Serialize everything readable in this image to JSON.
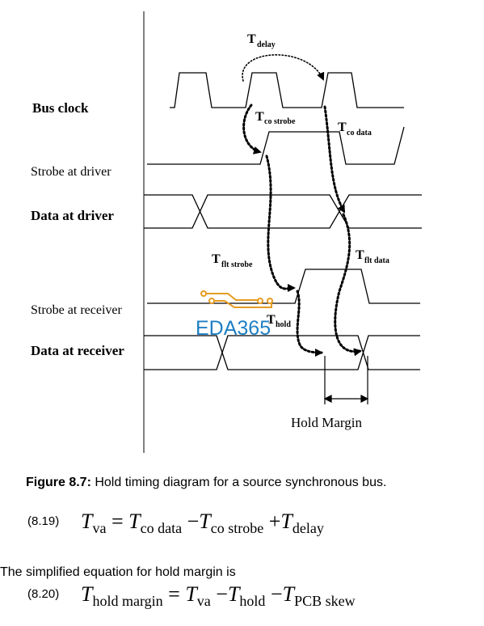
{
  "diagram": {
    "signals": {
      "bus_clock": "Bus clock",
      "strobe_driver": "Strobe at driver",
      "data_driver": "Data at driver",
      "strobe_receiver": "Strobe at receiver",
      "data_receiver": "Data at receiver"
    },
    "annotations": {
      "t_delay": {
        "main": "T",
        "sub": "delay"
      },
      "t_co_strobe": {
        "main": "T",
        "sub": "co strobe"
      },
      "t_co_data": {
        "main": "T",
        "sub": "co data"
      },
      "t_flt_strobe": {
        "main": "T",
        "sub": "flt strobe"
      },
      "t_flt_data": {
        "main": "T",
        "sub": "flt data"
      },
      "t_hold": {
        "main": "T",
        "sub": "hold"
      },
      "hold_margin": "Hold Margin"
    },
    "watermark": "EDA365",
    "colors": {
      "watermark": "#1f7fc4",
      "circuit": "#e69b20",
      "line": "#000000"
    }
  },
  "caption": {
    "figure_label": "Figure 8.7:",
    "text": " Hold timing diagram for a source synchronous bus."
  },
  "equation_819": {
    "number": "(8.19)",
    "lhs": {
      "main": "T",
      "sub": "va"
    },
    "op1": "=",
    "t1": {
      "main": "T",
      "sub": "co data"
    },
    "op2": "−",
    "t2": {
      "main": "T",
      "sub": "co strobe"
    },
    "op3": "+",
    "t3": {
      "main": "T",
      "sub": "delay"
    }
  },
  "simplified_text": "The simplified equation for hold margin is",
  "equation_820": {
    "number": "(8.20)",
    "lhs": {
      "main": "T",
      "sub": "hold margin"
    },
    "op1": "=",
    "t1": {
      "main": "T",
      "sub": "va"
    },
    "op2": "−",
    "t2": {
      "main": "T",
      "sub": "hold"
    },
    "op3": "−",
    "t3": {
      "main": "T",
      "sub": "PCB skew"
    }
  }
}
